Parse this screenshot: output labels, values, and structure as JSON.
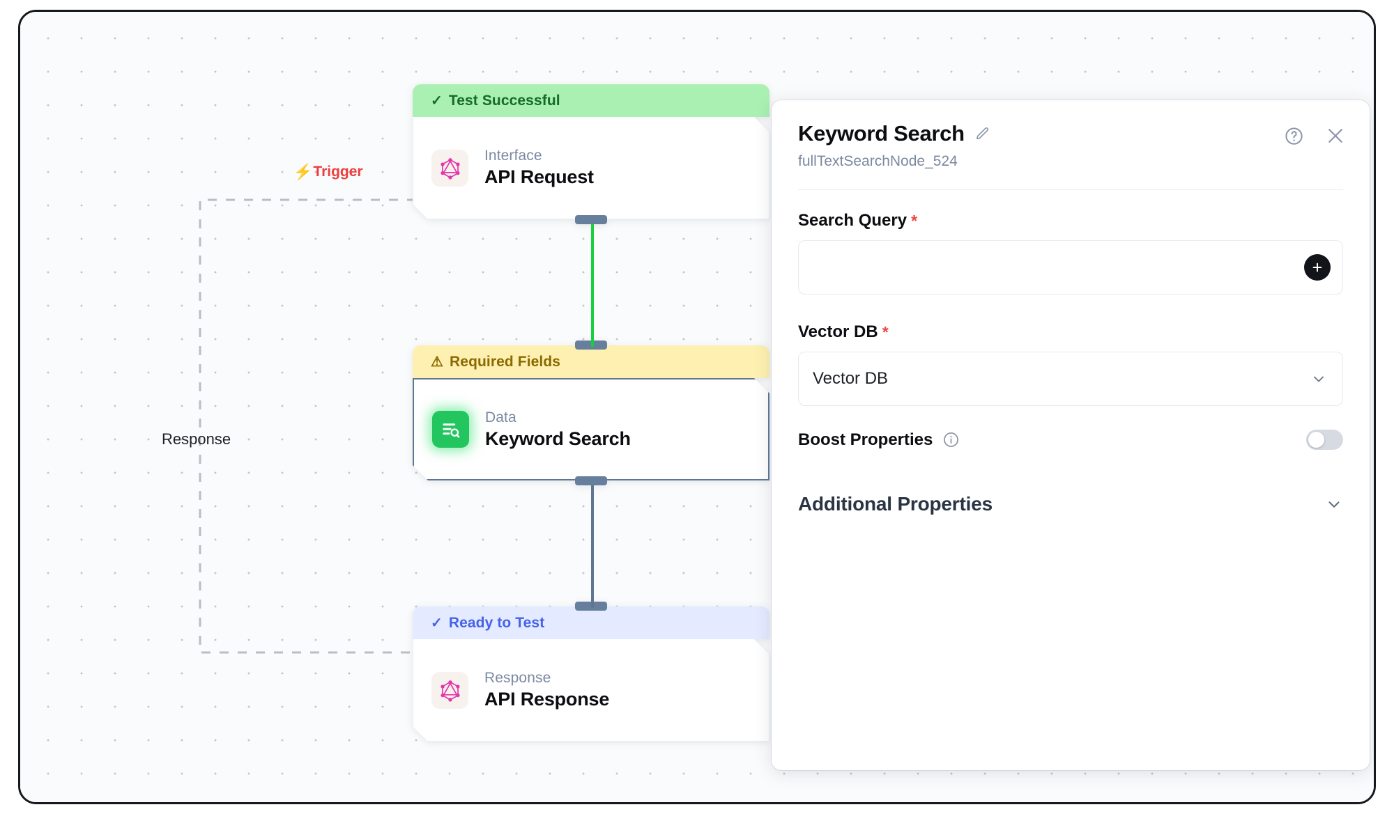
{
  "canvas": {
    "trigger_label": {
      "text": "Trigger",
      "icon": "bolt-icon",
      "color": "#ee3d3d"
    },
    "response_label": {
      "text": "Response"
    },
    "nodes": [
      {
        "status": "Test Successful",
        "status_icon": "check-icon",
        "status_type": "success",
        "kind": "Interface",
        "title": "API Request",
        "icon": "graphql-icon",
        "selected": false
      },
      {
        "status": "Required Fields",
        "status_icon": "warning-triangle-icon",
        "status_type": "warning",
        "kind": "Data",
        "title": "Keyword Search",
        "icon": "data-search-icon",
        "selected": true
      },
      {
        "status": "Ready to Test",
        "status_icon": "check-icon",
        "status_type": "ready",
        "kind": "Response",
        "title": "API Response",
        "icon": "graphql-icon",
        "selected": false
      }
    ],
    "edges": [
      {
        "from": "API Request",
        "to": "Keyword Search",
        "color": "#18cf3d"
      },
      {
        "from": "Keyword Search",
        "to": "API Response",
        "color": "#5e7691"
      }
    ]
  },
  "panel": {
    "title": "Keyword Search",
    "edit_icon": "pencil-icon",
    "subtitle": "fullTextSearchNode_524",
    "help_icon": "help-circle-icon",
    "close_icon": "close-icon",
    "fields": {
      "search_query": {
        "label": "Search Query",
        "required_marker": "*",
        "value": "",
        "placeholder": "",
        "add_button_icon": "plus-icon"
      },
      "vector_db": {
        "label": "Vector DB",
        "required_marker": "*",
        "selected": "Vector DB",
        "chevron_icon": "chevron-down-icon"
      },
      "boost_properties": {
        "label": "Boost Properties",
        "info_icon": "info-circle-icon",
        "enabled": false
      },
      "additional_properties": {
        "label": "Additional Properties",
        "chevron_icon": "chevron-down-icon",
        "expanded": false
      }
    }
  },
  "colors": {
    "success": "#a9f0b2",
    "success_text": "#156b2a",
    "warning": "#fdf0b0",
    "warning_text": "#8a6a00",
    "ready": "#e4eaff",
    "ready_text": "#4562e8",
    "trigger": "#ee3d3d",
    "edge_active": "#18cf3d",
    "edge_idle": "#5e7691",
    "required": "#ef4444"
  }
}
